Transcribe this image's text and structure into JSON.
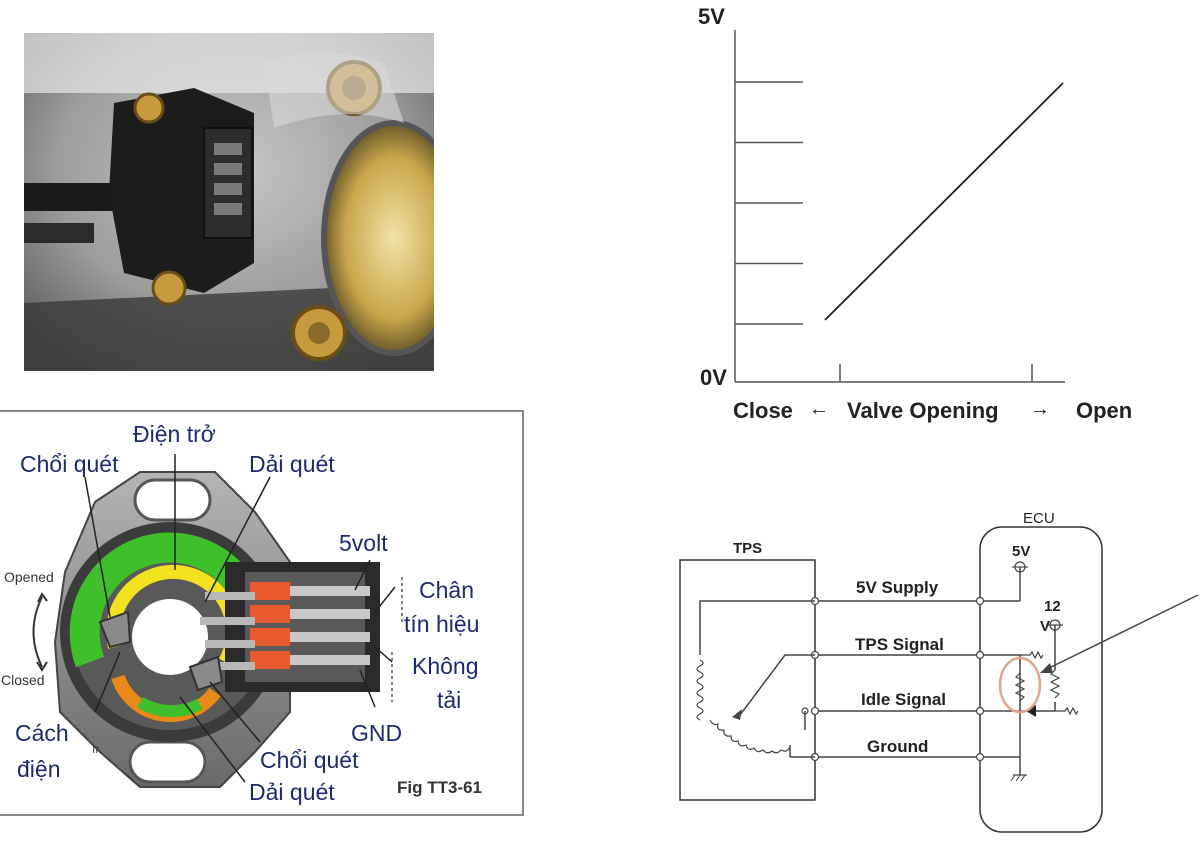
{
  "photo": {
    "kind": "tps-throttle-body-photo"
  },
  "sensor_diagram": {
    "labels": {
      "dien_tro": "Điện trở",
      "choi_quet_top": "Chổi quét",
      "dai_quet_top": "Dải quét",
      "five_volt": "5volt",
      "chan_tin_hieu_1": "Chân",
      "chan_tin_hieu_2": "tín hiệu",
      "khong_tai_1": "Không",
      "khong_tai_2": "tải",
      "gnd": "GND",
      "cach_dien_1": "Cách",
      "cach_dien_2": "điện",
      "choi_quet_bottom": "Chổi quét",
      "dai_quet_bottom": "Dải quét",
      "opened": "Opened",
      "closed": "Closed",
      "fig": "Fig TT3-61",
      "stray": "ır"
    }
  },
  "chart_data": {
    "type": "line",
    "ylabel_top": "5V",
    "ylabel_bottom": "0V",
    "xlabel_left": "Close",
    "xlabel_mid": "Valve Opening",
    "xlabel_right": "Open",
    "ylim": [
      0,
      5
    ],
    "xlim": [
      0,
      1
    ],
    "y_ticks": [
      1,
      2,
      3,
      4,
      5
    ],
    "series": [
      {
        "x": [
          0.17,
          1.0
        ],
        "y": [
          0.9,
          4.8
        ]
      }
    ]
  },
  "circuit": {
    "tps_label": "TPS",
    "ecu_label": "ECU",
    "five_v": "5V",
    "twelve_v_1": "12",
    "twelve_v_2": "V",
    "lines": {
      "supply": "5V Supply",
      "tps_signal": "TPS Signal",
      "idle_signal": "Idle Signal",
      "ground": "Ground"
    }
  }
}
